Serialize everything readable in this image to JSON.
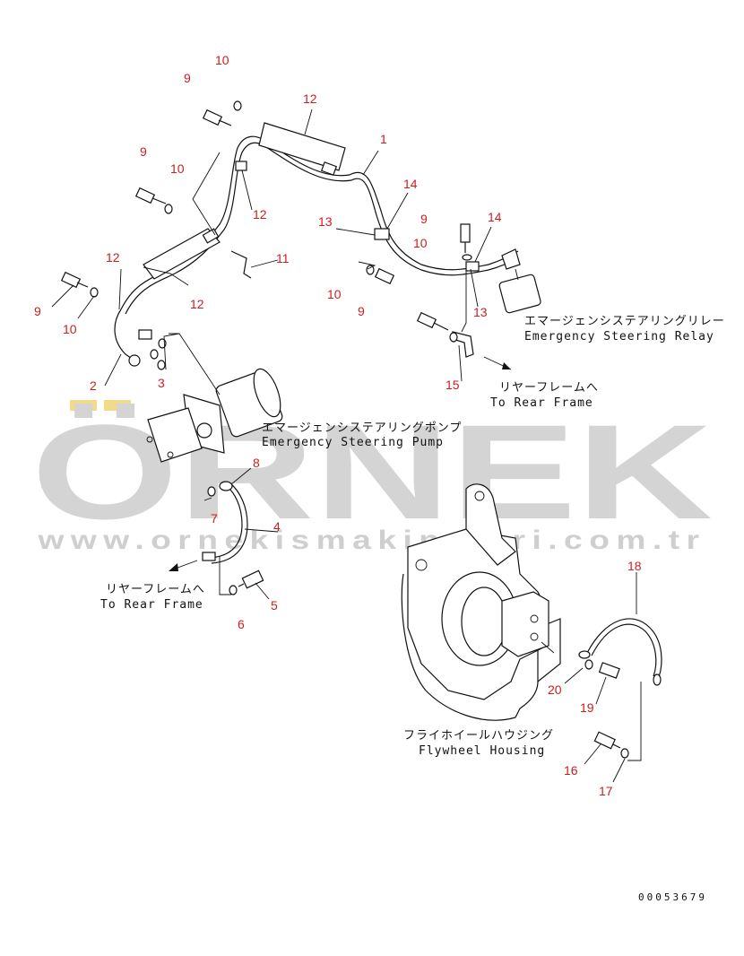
{
  "watermark": {
    "brand": "ÖRNEK",
    "url": "www.ornekismakinalari.com.tr"
  },
  "labels": {
    "relay_jp": "エマージェンシステアリングリレー",
    "relay_en": "Emergency Steering Relay",
    "rear1_jp": "リヤーフレームへ",
    "rear1_en": "To Rear Frame",
    "pump_jp": "エマージェンシステアリングポンプ",
    "pump_en": "Emergency Steering Pump",
    "rear2_jp": "リヤーフレームへ",
    "rear2_en": "To Rear Frame",
    "flywheel_jp": "フライホイールハウジング",
    "flywheel_en": "Flywheel Housing"
  },
  "drawing_code": "00053679",
  "part_numbers": [
    "1",
    "2",
    "3",
    "4",
    "5",
    "6",
    "7",
    "8",
    "9",
    "10",
    "11",
    "12",
    "13",
    "14",
    "15",
    "16",
    "17",
    "18",
    "19",
    "20"
  ],
  "colors": {
    "part_number": "#cc1e1e",
    "line": "#111111",
    "watermark": "#d4d4d4",
    "watermark_accent": "#f3d98a"
  }
}
